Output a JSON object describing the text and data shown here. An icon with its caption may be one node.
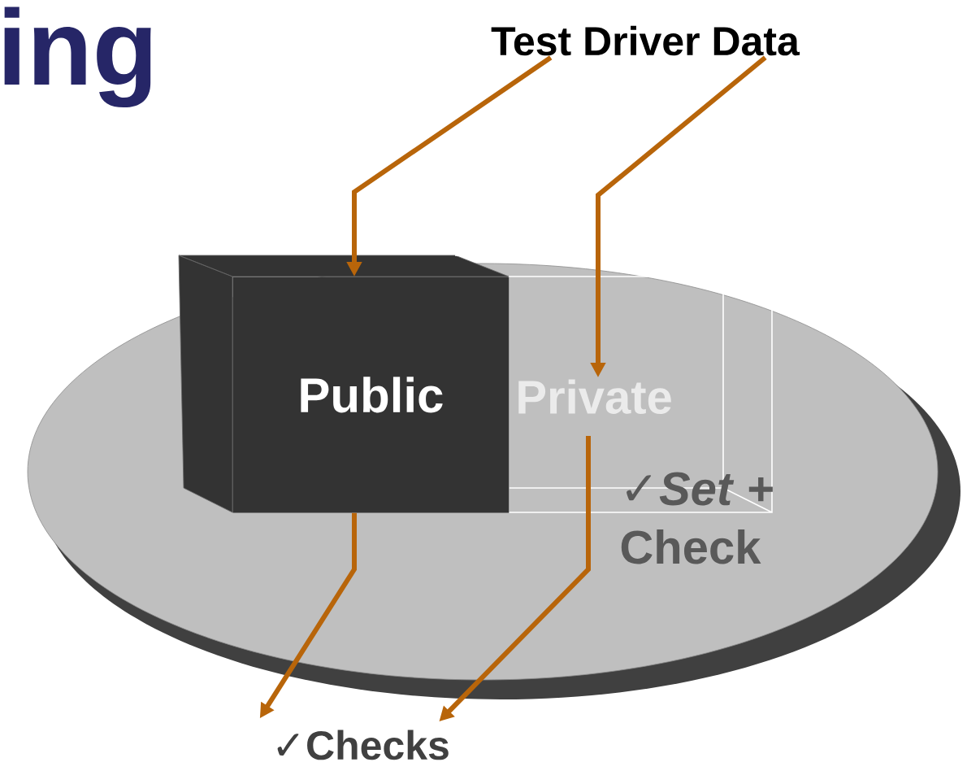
{
  "diagram": {
    "title": "ing",
    "nodes": [
      {
        "text": [
          "Test Driver Data"
        ]
      },
      {
        "text": [
          "Public"
        ]
      },
      {
        "text": [
          "Private",
          "✓*Set* + Check"
        ]
      },
      {
        "text": [
          "✓Checks"
        ]
      }
    ],
    "edges": [
      {
        "from": 0,
        "to": 1,
        "arrow": "to"
      },
      {
        "from": 0,
        "to": 2,
        "arrow": "to"
      },
      {
        "from": 1,
        "to": 3,
        "arrow": "to"
      },
      {
        "from": 2,
        "to": 3,
        "arrow": "to"
      }
    ]
  }
}
